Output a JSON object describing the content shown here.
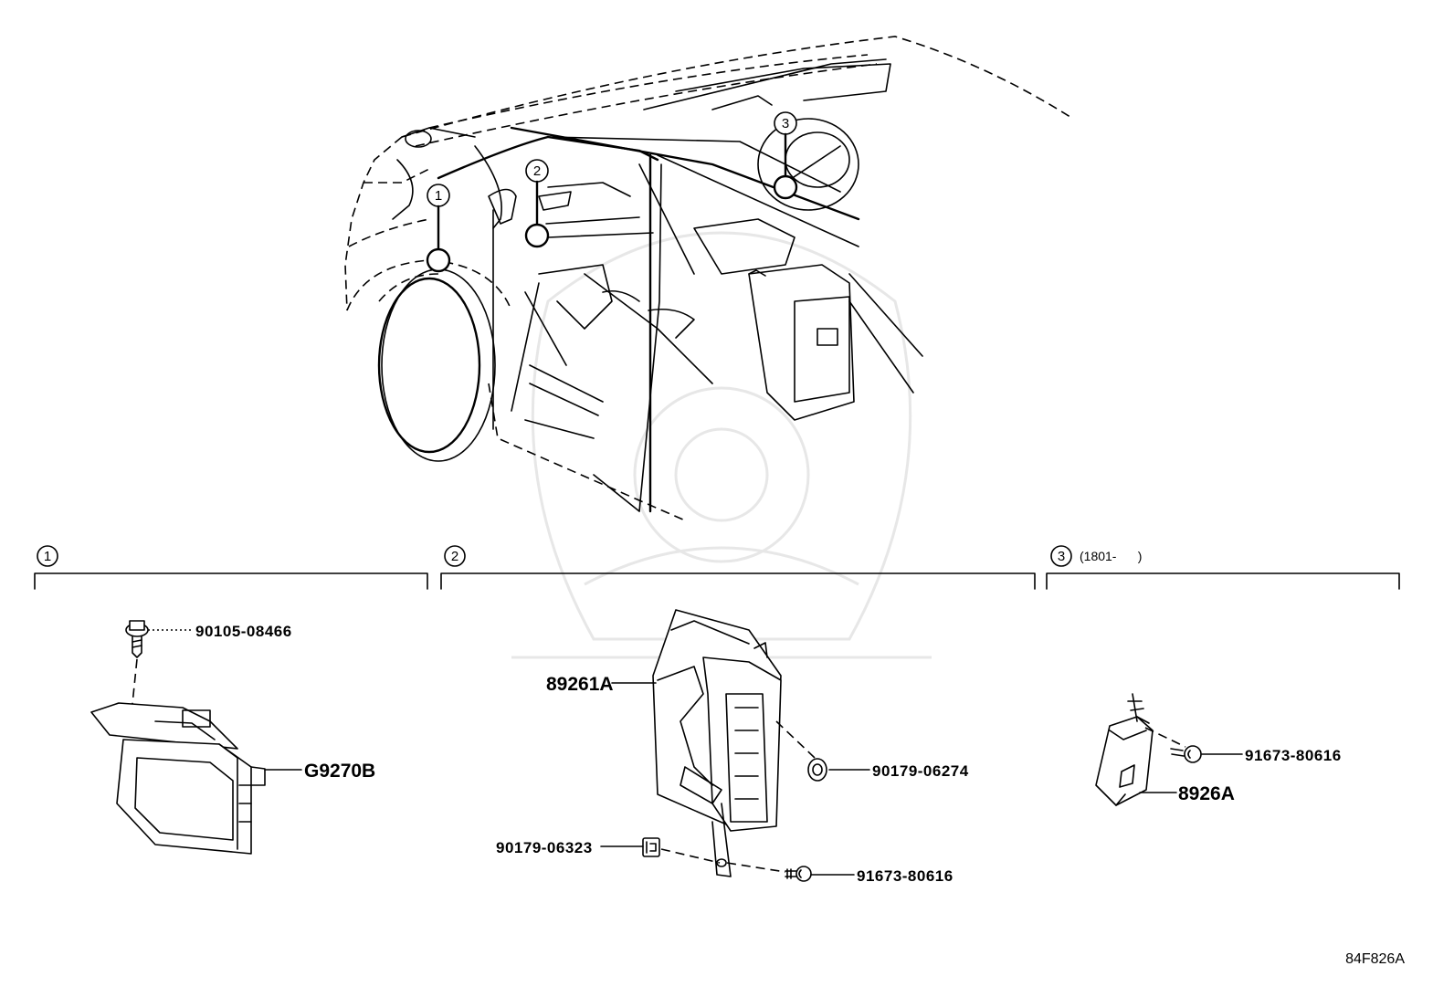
{
  "diagram_code": "84F826A",
  "callouts": [
    {
      "index": "1"
    },
    {
      "index": "2"
    },
    {
      "index": "3"
    }
  ],
  "sections": [
    {
      "index": "1",
      "note": ""
    },
    {
      "index": "2",
      "note": ""
    },
    {
      "index": "3",
      "note": "(1801-      )"
    }
  ],
  "parts": {
    "s1_bolt": "90105-08466",
    "s1_module": "G9270B",
    "s2_module": "89261A",
    "s2_nut": "90179-06274",
    "s2_clip": "90179-06323",
    "s2_screw": "91673-80616",
    "s3_screw": "91673-80616",
    "s3_module": "8926A"
  }
}
